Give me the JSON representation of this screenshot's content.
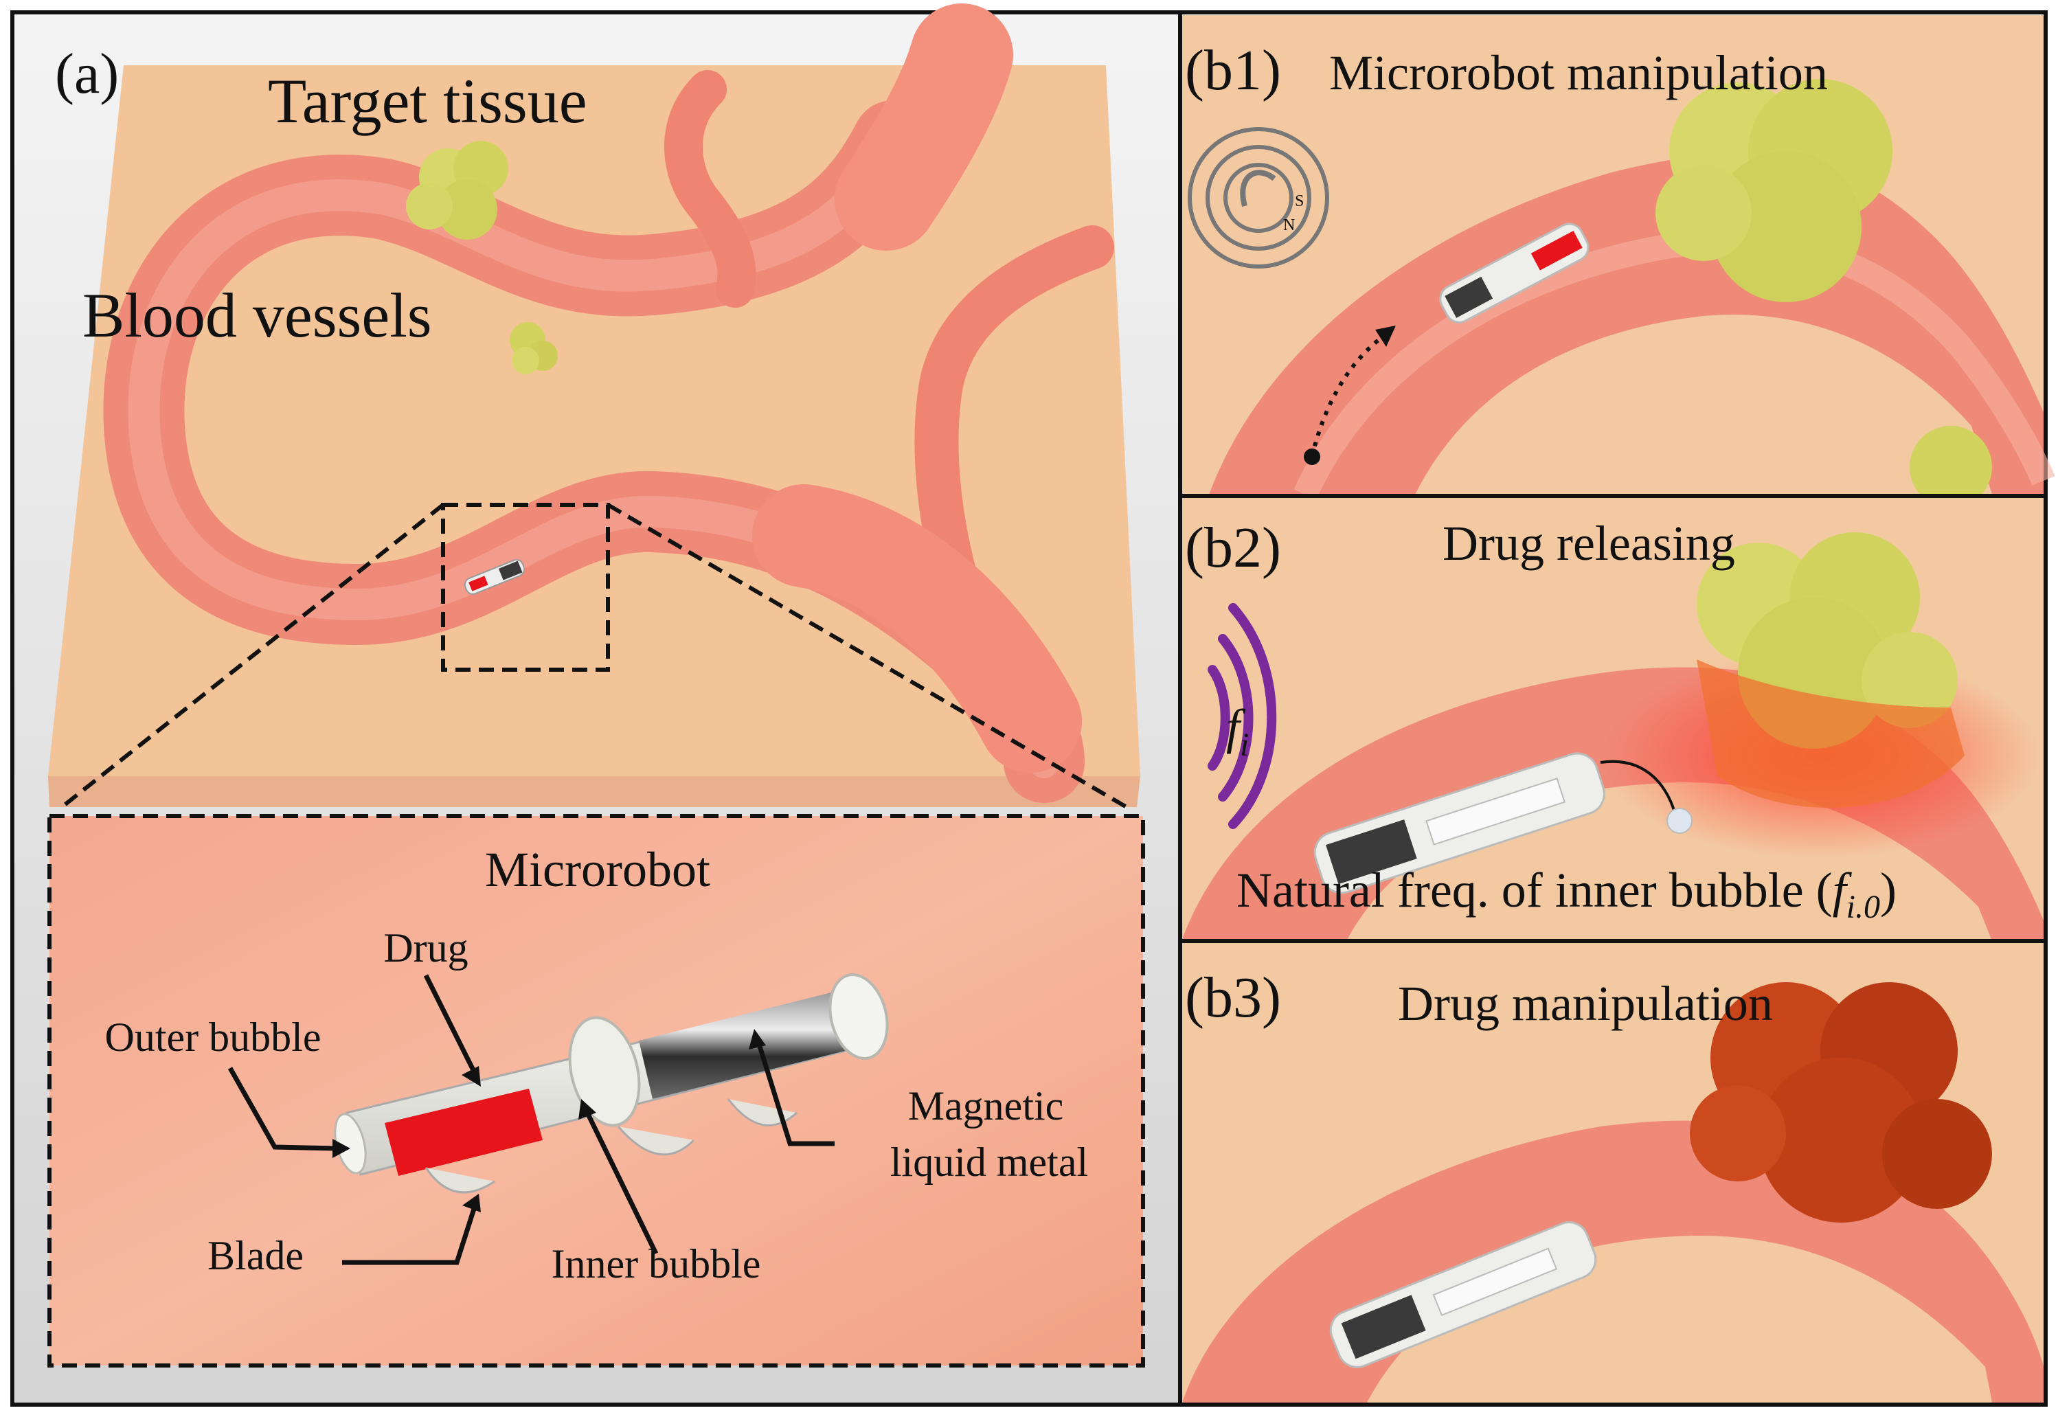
{
  "panel_a": {
    "label": "(a)",
    "target_tissue": "Target  tissue",
    "blood_vessels": "Blood vessels"
  },
  "inset": {
    "title": "Microrobot",
    "drug": "Drug",
    "outer_bubble": "Outer bubble",
    "blade": "Blade",
    "inner_bubble": "Inner bubble",
    "magnetic_line1": "Magnetic",
    "magnetic_line2": "liquid  metal"
  },
  "panel_b1": {
    "label": "(b1)",
    "title": "Microrobot manipulation",
    "magnet_n": "N",
    "magnet_s": "S"
  },
  "panel_b2": {
    "label": "(b2)",
    "title": "Drug releasing",
    "freq_symbol": "f",
    "freq_sub": "i",
    "caption_text": "Natural  freq. of inner bubble (",
    "caption_sym": "f",
    "caption_sub": "i.0",
    "caption_close": ")"
  },
  "panel_b3": {
    "label": "(b3)",
    "title": "Drug manipulation"
  },
  "colors": {
    "tissue": "#f2c497",
    "vessel": "#f08a78",
    "tumor": "#d8d86a",
    "tumor_treated": "#c8441a",
    "drug": "#e8141c",
    "wave": "#7a2a9a"
  }
}
